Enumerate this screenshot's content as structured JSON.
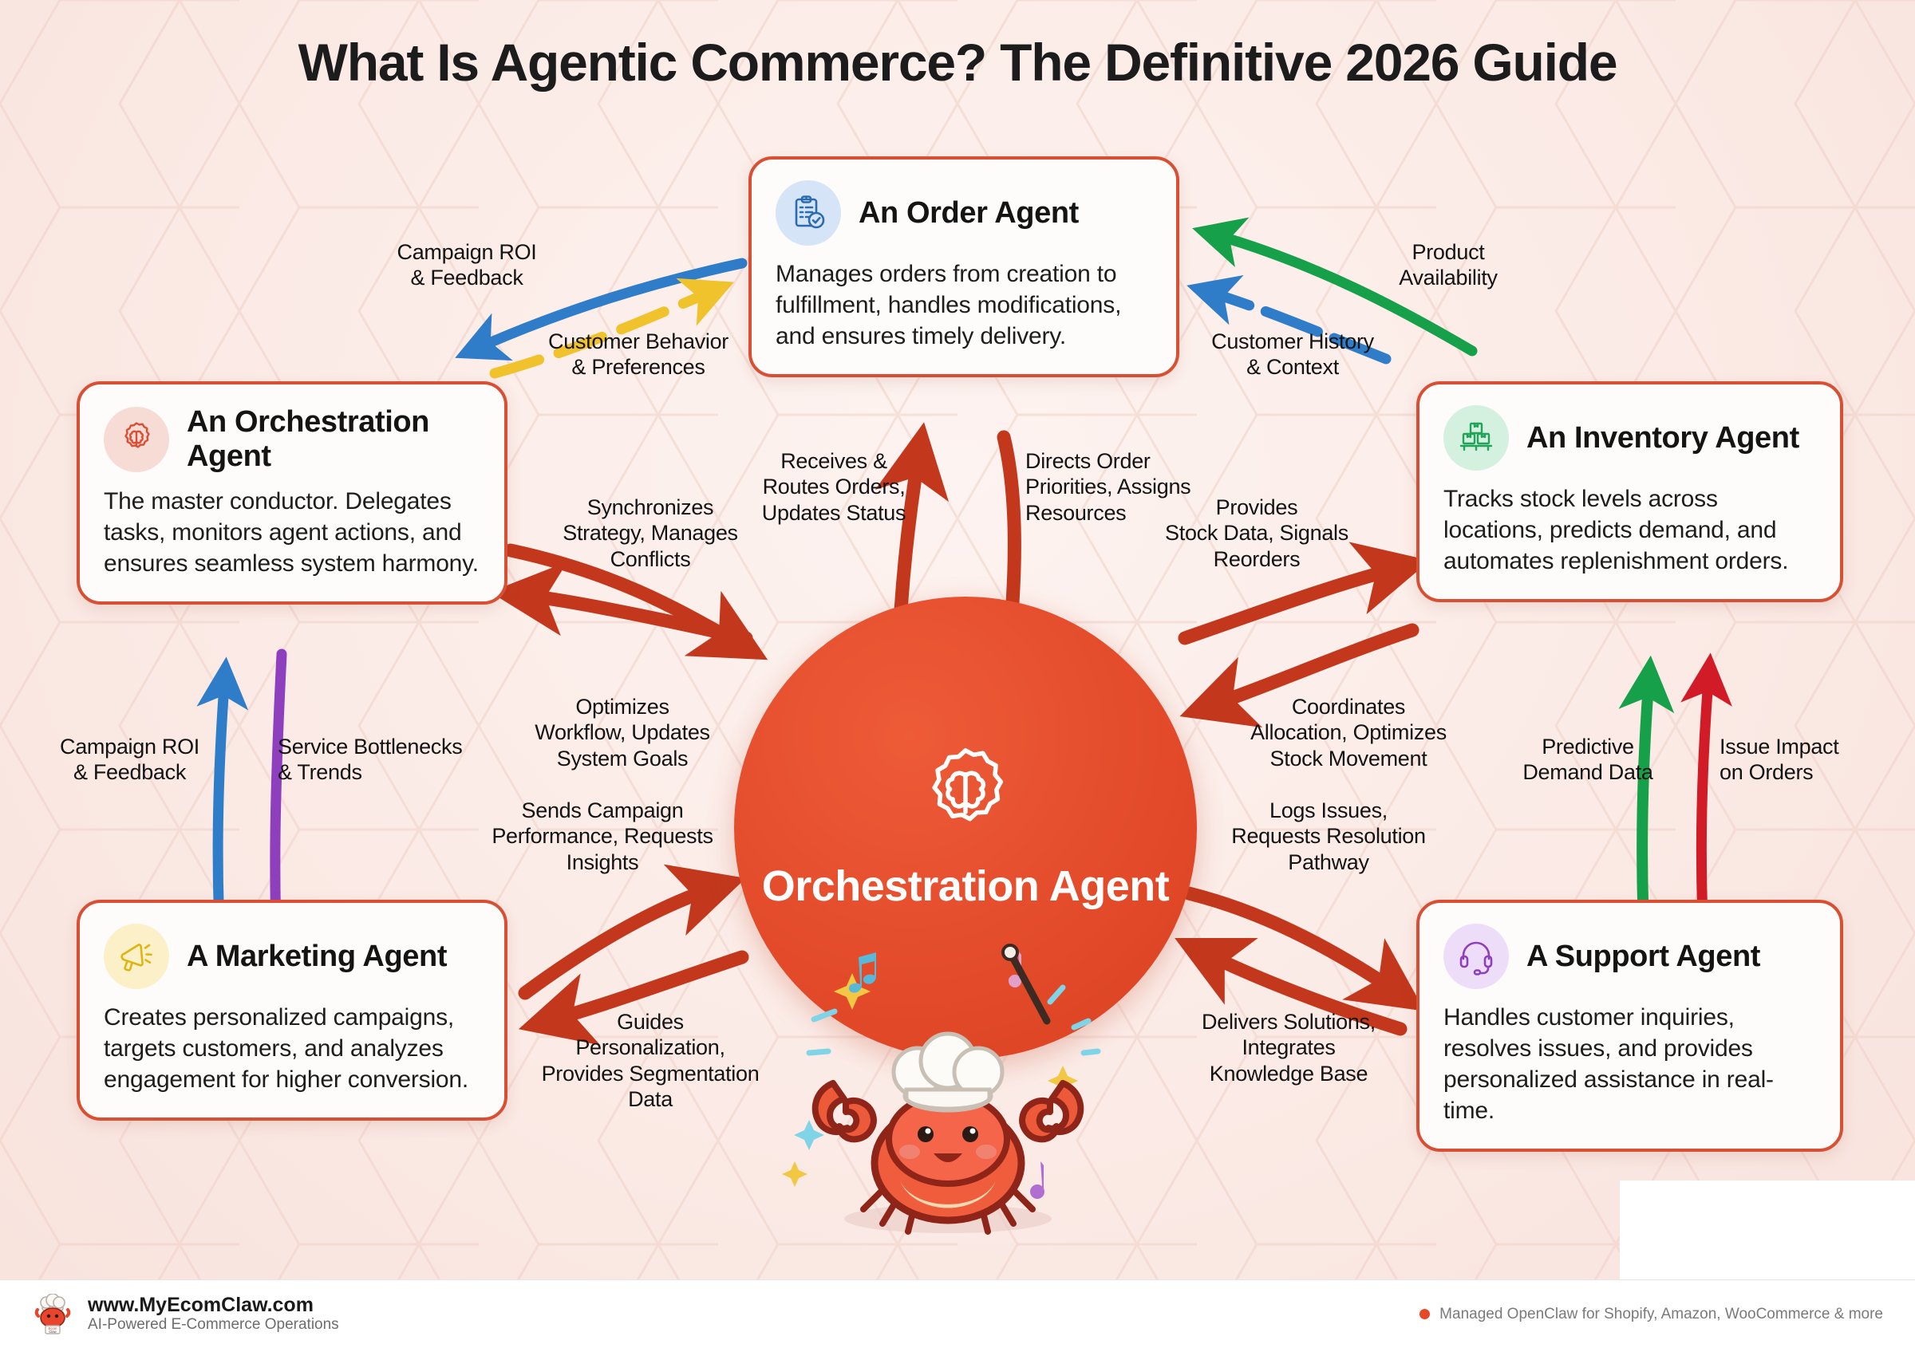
{
  "page": {
    "title": "What Is Agentic Commerce? The Definitive 2026 Guide",
    "background_color": "#fbeeea",
    "accent_color": "#d94f33"
  },
  "hub": {
    "label": "Orchestration\nAgent",
    "icon": "brain-gear-icon",
    "color": "#e24a2a"
  },
  "cards": [
    {
      "id": "order",
      "title": "An Order Agent",
      "body": "Manages orders from creation to fulfillment, handles modifications, and ensures timely delivery.",
      "icon": "clipboard-check-icon",
      "icon_color": "#2b6cb0",
      "icon_bg": "#d6e4f7"
    },
    {
      "id": "orchestration",
      "title": "An Orchestration Agent",
      "body": "The master conductor. Delegates tasks, monitors agent actions, and ensures seamless system harmony.",
      "icon": "brain-gear-icon",
      "icon_color": "#d94f33",
      "icon_bg": "#f7dcd5"
    },
    {
      "id": "inventory",
      "title": "An Inventory Agent",
      "body": "Tracks stock levels across locations, predicts demand, and automates replenishment orders.",
      "icon": "boxes-pallet-icon",
      "icon_color": "#22a35a",
      "icon_bg": "#d4f0df"
    },
    {
      "id": "marketing",
      "title": "A Marketing Agent",
      "body": "Creates personalized campaigns, targets customers, and analyzes engagement for higher conversion.",
      "icon": "megaphone-icon",
      "icon_color": "#e0b411",
      "icon_bg": "#fbf0c8"
    },
    {
      "id": "support",
      "title": "A Support Agent",
      "body": "Handles customer inquiries, resolves issues, and provides personalized assistance in real-time.",
      "icon": "headset-icon",
      "icon_color": "#8e3fbe",
      "icon_bg": "#eeddf8"
    }
  ],
  "flows": {
    "campaign_roi_top": "Campaign ROI\n& Feedback",
    "customer_behavior": "Customer Behavior\n& Preferences",
    "product_availability": "Product\nAvailability",
    "customer_history": "Customer History\n& Context",
    "synchronizes_strategy": "Synchronizes\nStrategy, Manages\nConflicts",
    "receives_routes": "Receives &\nRoutes Orders,\nUpdates Status",
    "directs_order": "Directs Order\nPriorities, Assigns\nResources",
    "provides_stock": "Provides\nStock Data, Signals\nReorders",
    "optimizes_workflow": "Optimizes\nWorkflow, Updates\nSystem Goals",
    "coordinates_allocation": "Coordinates\nAllocation, Optimizes\nStock Movement",
    "campaign_roi_left": "Campaign ROI\n& Feedback",
    "service_bottlenecks": "Service Bottlenecks\n& Trends",
    "predictive_demand": "Predictive\nDemand Data",
    "issue_impact": "Issue Impact\non Orders",
    "sends_campaign": "Sends Campaign\nPerformance, Requests\nInsights",
    "logs_issues": "Logs Issues,\nRequests Resolution\nPathway",
    "guides_personalization": "Guides\nPersonalization,\nProvides Segmentation\nData",
    "delivers_solutions": "Delivers Solutions,\nIntegrates\nKnowledge Base"
  },
  "arrow_colors": {
    "primary": "#c3381c",
    "blue": "#2f7dc9",
    "yellow": "#f0c32c",
    "green": "#17a04a",
    "red": "#d11b26",
    "purple": "#8e3fbe"
  },
  "footer": {
    "url": "www.MyEcomClaw.com",
    "tagline": "AI-Powered E-Commerce Operations",
    "note": "Managed OpenClaw for Shopify, Amazon, WooCommerce & more",
    "logo": "crab-chef-logo"
  }
}
